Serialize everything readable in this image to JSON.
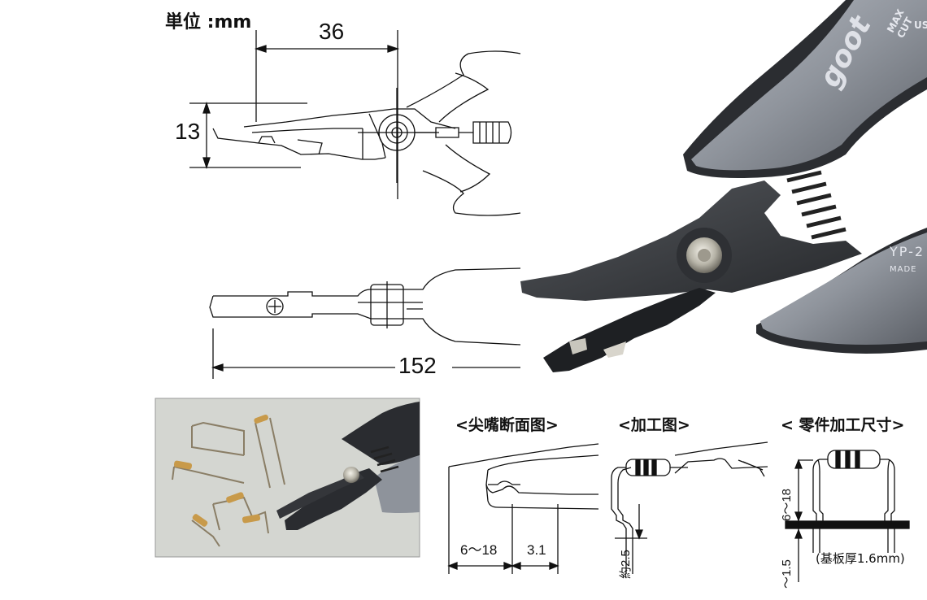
{
  "unit_label": "単位 :mm",
  "dimensions": {
    "tip_length": "36",
    "jaw_height": "13",
    "overall_length": "152"
  },
  "tool_markings": {
    "brand": "goot",
    "model": "YP-2",
    "made": "MADE",
    "max_cut": "MAX CUT",
    "usa": "US"
  },
  "sections": {
    "tip_section": {
      "title": "<尖嘴断面图>",
      "dim_range": "6～18",
      "dim_width": "3.1"
    },
    "processing": {
      "title": "<加工图>",
      "dim_value": "約2.5"
    },
    "part_dimensions": {
      "title": "< 零件加工尺寸>",
      "dim_range": "6～18",
      "dim_low": "～1.5",
      "board_note": "(基板厚1.6mm)"
    }
  },
  "colors": {
    "tool_body": "#3a3d42",
    "handle_grip": "#8e939b",
    "line": "#111111"
  }
}
